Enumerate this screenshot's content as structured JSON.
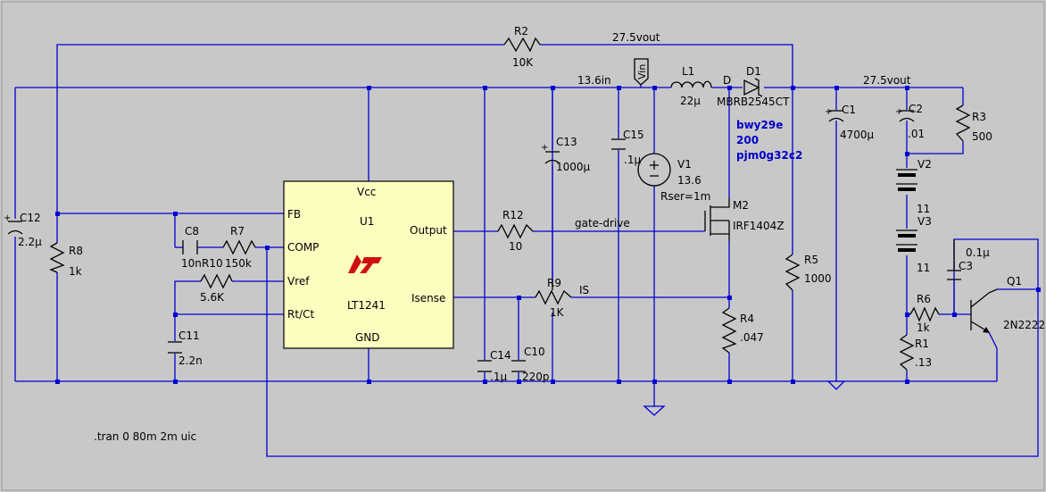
{
  "schematic": {
    "directive": ".tran 0 80m 2m uic",
    "nets": {
      "vout_top": "27.5vout",
      "vout_right": "27.5vout",
      "vin_net": "13.6in",
      "vin_flag": "Vin",
      "gate": "gate-drive",
      "is": "IS",
      "d": "D"
    },
    "ic": {
      "ref": "U1",
      "part": "LT1241",
      "pins": {
        "vcc": "Vcc",
        "fb": "FB",
        "comp": "COMP",
        "vref": "Vref",
        "rtct": "Rt/Ct",
        "output": "Output",
        "isense": "Isense",
        "gnd": "GND"
      }
    },
    "components": {
      "r2": [
        "R2",
        "10K"
      ],
      "l1": [
        "L1",
        "22µ"
      ],
      "d1": [
        "D1",
        "MBRB2545CT"
      ],
      "c12": [
        "C12",
        "2.2µ"
      ],
      "r8": [
        "R8",
        "1k"
      ],
      "c8": [
        "C8",
        "10n"
      ],
      "r7": [
        "R7",
        "150k"
      ],
      "r10": [
        "R10",
        "5.6K"
      ],
      "c11": [
        "C11",
        "2.2n"
      ],
      "r12": [
        "R12",
        "10"
      ],
      "r9": [
        "R9",
        "1K"
      ],
      "c14": [
        "C14",
        ".1µ"
      ],
      "c10": [
        "C10",
        "220p"
      ],
      "c13": [
        "C13",
        "1000µ"
      ],
      "c15": [
        "C15",
        ".1µ"
      ],
      "v1": [
        "V1",
        "13.6",
        "Rser=1m"
      ],
      "m2": [
        "M2",
        "IRF1404Z"
      ],
      "r4": [
        "R4",
        ".047"
      ],
      "r5": [
        "R5",
        "1000"
      ],
      "c1": [
        "C1",
        "4700µ"
      ],
      "c2": [
        "C2",
        ".01"
      ],
      "r3": [
        "R3",
        "500"
      ],
      "v2": [
        "V2",
        "11"
      ],
      "v3": [
        "V3",
        "11"
      ],
      "c3": [
        "C3",
        "0.1µ"
      ],
      "r6": [
        "R6",
        "1k"
      ],
      "r1": [
        "R1",
        ".13"
      ],
      "q1": [
        "Q1",
        "2N2222"
      ]
    },
    "d1_model": [
      "bwy29e",
      "200",
      "pjm0g32c2"
    ]
  }
}
